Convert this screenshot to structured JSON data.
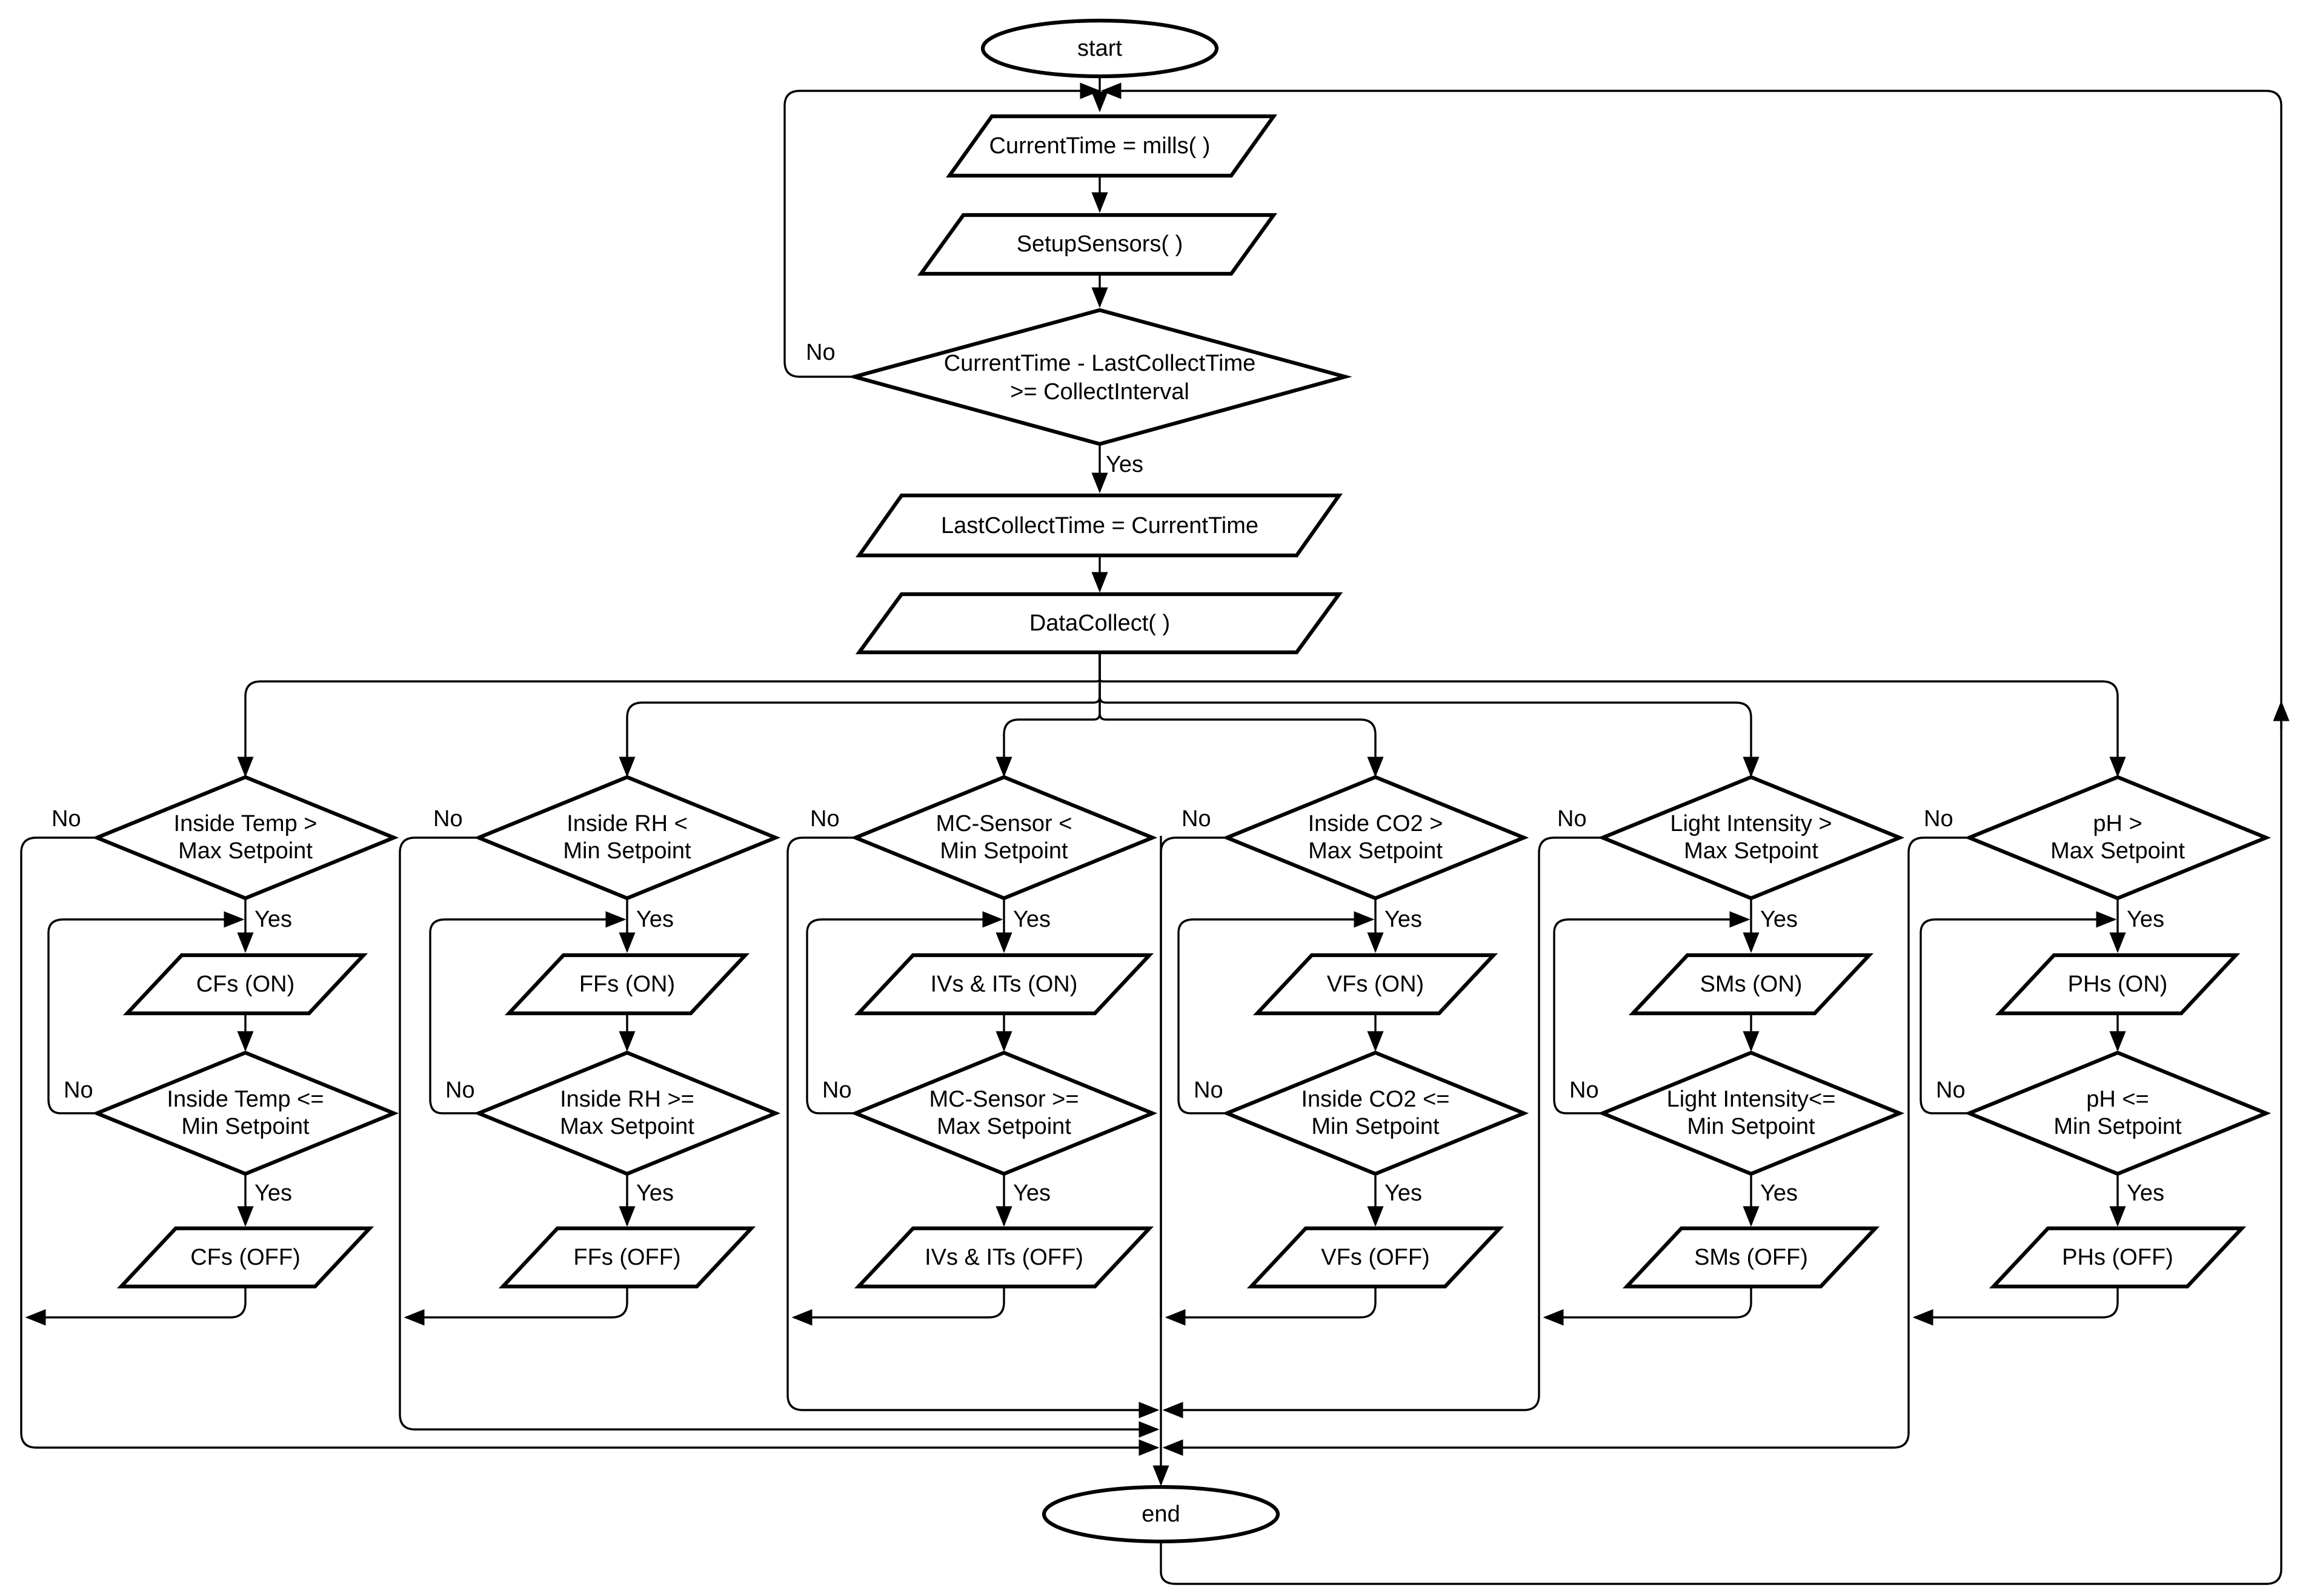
{
  "diagram": {
    "start": "start",
    "end": "end",
    "nodes": {
      "current_time": "CurrentTime = mills( )",
      "setup_sensors": "SetupSensors( )",
      "interval_check": [
        "CurrentTime - LastCollectTime",
        ">= CollectInterval"
      ],
      "last_collect": "LastCollectTime = CurrentTime",
      "data_collect": "DataCollect( )"
    },
    "labels": {
      "yes": "Yes",
      "no": "No"
    },
    "branches": [
      {
        "check_on": [
          "Inside Temp >",
          "Max Setpoint"
        ],
        "action_on": "CFs (ON)",
        "check_off": [
          "Inside Temp <=",
          "Min Setpoint"
        ],
        "action_off": "CFs (OFF)"
      },
      {
        "check_on": [
          "Inside RH <",
          "Min Setpoint"
        ],
        "action_on": "FFs (ON)",
        "check_off": [
          "Inside RH >=",
          "Max Setpoint"
        ],
        "action_off": "FFs (OFF)"
      },
      {
        "check_on": [
          "MC-Sensor <",
          "Min Setpoint"
        ],
        "action_on": "IVs & ITs (ON)",
        "check_off": [
          "MC-Sensor >=",
          "Max Setpoint"
        ],
        "action_off": "IVs & ITs (OFF)"
      },
      {
        "check_on": [
          "Inside CO2 >",
          "Max Setpoint"
        ],
        "action_on": "VFs (ON)",
        "check_off": [
          "Inside CO2 <=",
          "Min Setpoint"
        ],
        "action_off": "VFs (OFF)"
      },
      {
        "check_on": [
          "Light Intensity >",
          "Max Setpoint"
        ],
        "action_on": "SMs (ON)",
        "check_off": [
          "Light Intensity<=",
          "Min Setpoint"
        ],
        "action_off": "SMs (OFF)"
      },
      {
        "check_on": [
          "pH >",
          "Max Setpoint"
        ],
        "action_on": "PHs (ON)",
        "check_off": [
          "pH <=",
          "Min Setpoint"
        ],
        "action_off": "PHs (OFF)"
      }
    ]
  }
}
